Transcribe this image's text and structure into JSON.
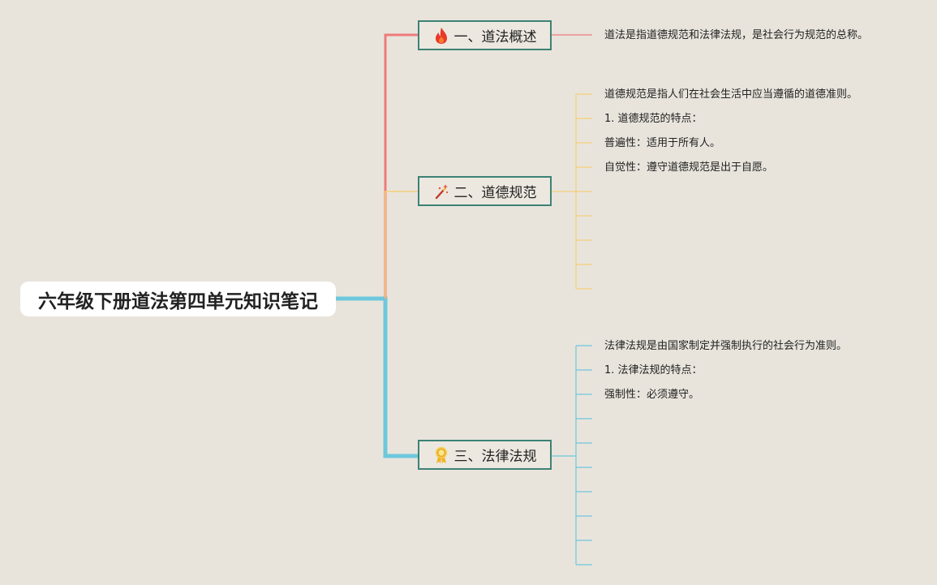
{
  "root": {
    "title": "六年级下册道法第四单元知识笔记"
  },
  "colors": {
    "branch1": "#ee7b7b",
    "branch2": "#f5cf7a",
    "branch3": "#6ec8dc",
    "node_border": "#3d8275"
  },
  "branches": [
    {
      "label": "一、道法概述",
      "icon": "fire-icon",
      "leaves": [
        "道法是指道德规范和法律法规，是社会行为规范的总称。"
      ]
    },
    {
      "label": "二、道德规范",
      "icon": "magic-wand-icon",
      "leaves": [
        "道德规范是指人们在社会生活中应当遵循的道德准则。",
        "1. 道德规范的特点：",
        "普遍性：适用于所有人。",
        "自觉性：遵守道德规范是出于自愿。",
        "",
        "",
        "",
        "",
        ""
      ]
    },
    {
      "label": "三、法律法规",
      "icon": "medal-icon",
      "leaves": [
        "法律法规是由国家制定并强制执行的社会行为准则。",
        "1. 法律法规的特点：",
        "强制性：必须遵守。",
        "",
        "",
        "",
        "",
        "",
        "",
        ""
      ]
    }
  ]
}
